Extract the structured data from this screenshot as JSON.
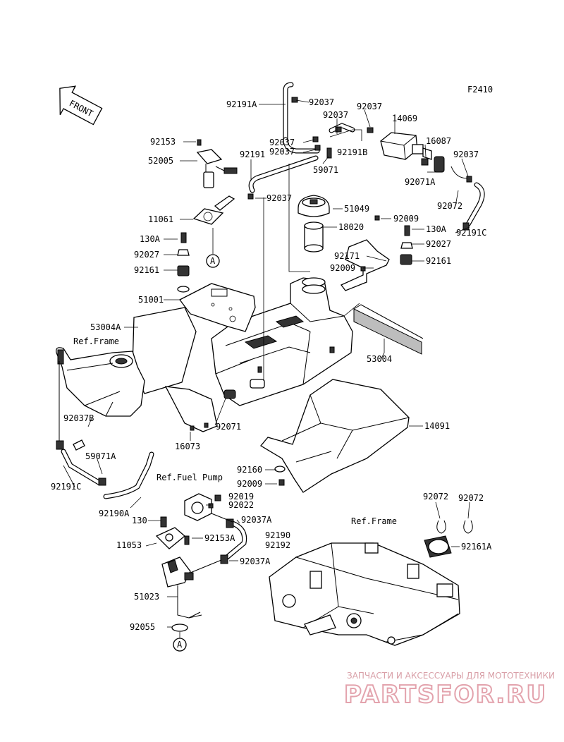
{
  "figure_code": "F2410",
  "front_label": "FRONT",
  "part_labels": [
    {
      "id": "p92191A",
      "text": "92191A"
    },
    {
      "id": "p92037_a",
      "text": "92037"
    },
    {
      "id": "p92037_b",
      "text": "92037"
    },
    {
      "id": "p92037_c",
      "text": "92037"
    },
    {
      "id": "p14069",
      "text": "14069"
    },
    {
      "id": "p92037_d",
      "text": "92037"
    },
    {
      "id": "p92037_e",
      "text": "92037"
    },
    {
      "id": "p92191B",
      "text": "92191B"
    },
    {
      "id": "p16087",
      "text": "16087"
    },
    {
      "id": "p92037_f",
      "text": "92037"
    },
    {
      "id": "p92153",
      "text": "92153"
    },
    {
      "id": "p52005",
      "text": "52005"
    },
    {
      "id": "p92191",
      "text": "92191"
    },
    {
      "id": "p59071",
      "text": "59071"
    },
    {
      "id": "p92071A",
      "text": "92071A"
    },
    {
      "id": "p92037_g",
      "text": "92037"
    },
    {
      "id": "p51049",
      "text": "51049"
    },
    {
      "id": "p92072_top",
      "text": "92072"
    },
    {
      "id": "p11061",
      "text": "11061"
    },
    {
      "id": "p92009_a",
      "text": "92009"
    },
    {
      "id": "p92191C",
      "text": "92191C"
    },
    {
      "id": "p18020",
      "text": "18020"
    },
    {
      "id": "p130A_l",
      "text": "130A"
    },
    {
      "id": "p130A_r",
      "text": "130A"
    },
    {
      "id": "p92027_l",
      "text": "92027"
    },
    {
      "id": "p92027_r",
      "text": "92027"
    },
    {
      "id": "p92171",
      "text": "92171"
    },
    {
      "id": "p92161_r",
      "text": "92161"
    },
    {
      "id": "p92009_b",
      "text": "92009"
    },
    {
      "id": "p92161_l",
      "text": "92161"
    },
    {
      "id": "p51001",
      "text": "51001"
    },
    {
      "id": "p53004A",
      "text": "53004A"
    },
    {
      "id": "p53004",
      "text": "53004"
    },
    {
      "id": "p92037B",
      "text": "92037B"
    },
    {
      "id": "p16073",
      "text": "16073"
    },
    {
      "id": "p92071",
      "text": "92071"
    },
    {
      "id": "p14091",
      "text": "14091"
    },
    {
      "id": "p59071A",
      "text": "59071A"
    },
    {
      "id": "p92160",
      "text": "92160"
    },
    {
      "id": "p92191C_l",
      "text": "92191C"
    },
    {
      "id": "p92009_c",
      "text": "92009"
    },
    {
      "id": "p92019",
      "text": "92019"
    },
    {
      "id": "p92072_l",
      "text": "92072"
    },
    {
      "id": "p92072_r",
      "text": "92072"
    },
    {
      "id": "p92190A",
      "text": "92190A"
    },
    {
      "id": "p92022",
      "text": "92022"
    },
    {
      "id": "p130",
      "text": "130"
    },
    {
      "id": "p92037A_a",
      "text": "92037A"
    },
    {
      "id": "p92190",
      "text": "92190"
    },
    {
      "id": "p11053",
      "text": "11053"
    },
    {
      "id": "p92153A",
      "text": "92153A"
    },
    {
      "id": "p92192",
      "text": "92192"
    },
    {
      "id": "p92161A",
      "text": "92161A"
    },
    {
      "id": "p92037A_b",
      "text": "92037A"
    },
    {
      "id": "p51023",
      "text": "51023"
    },
    {
      "id": "p92055",
      "text": "92055"
    }
  ],
  "refs": {
    "frame_left": "Ref.Frame",
    "fuel_pump": "Ref.Fuel Pump",
    "frame_right": "Ref.Frame"
  },
  "callout_a_top": "A",
  "callout_a_bottom": "A",
  "watermark": {
    "caption": "ЗАПЧАСТИ И АКСЕССУАРЫ ДЛЯ МОТОТЕХНИКИ",
    "brand": "PARTSFOR.RU",
    "color": "#e3a3ad"
  }
}
